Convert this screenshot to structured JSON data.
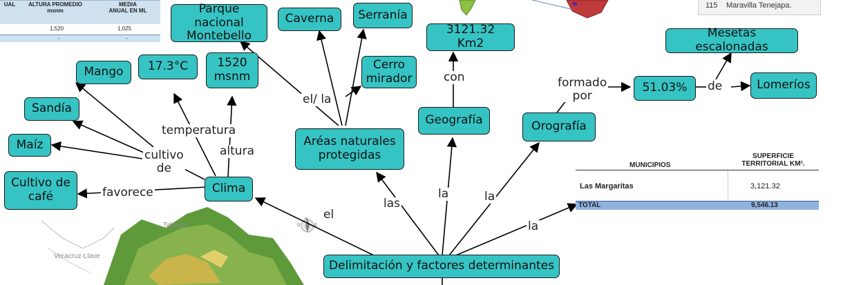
{
  "table_top": {
    "headers": [
      "UAL",
      "ALTURA PROMEDIO\nmsnm",
      "MEDIA\nANUAL EN ML"
    ],
    "row": [
      "1,520",
      "1,025"
    ],
    "summary": [
      "-",
      "-"
    ]
  },
  "top_right_strip": {
    "number": "115",
    "text": "Maravilla Tenejapa."
  },
  "map": {
    "state_label": "Tabasco",
    "state_label_2": "Veracruz-Llave",
    "compass": [
      "N",
      "O",
      "E"
    ]
  },
  "concept_map": {
    "central": "Delimitación y factores determinantes",
    "nodes": {
      "clima": "Clima",
      "areas": "Aréas naturales\nprotegidas",
      "geografia": "Geografía",
      "orografia": "Orografía",
      "montebello": "Parque nacional\nMontebello",
      "caverna": "Caverna",
      "serrania": "Serranía",
      "cerro": "Cerro\nmirador",
      "km2": "3121.32 Km2",
      "pct": "51.03%",
      "mesetas": "Mesetas escalonadas",
      "lomerios": "Lomeríos",
      "mango": "Mango",
      "temp": "17.3°C",
      "msnm": "1520\nmsnm",
      "sandia": "Sandía",
      "maiz": "Maíz",
      "cafe": "Cultivo de\ncafé"
    },
    "labels": {
      "el": "el",
      "las": "las",
      "la1": "la",
      "la2": "la",
      "la3": "la",
      "con": "con",
      "formado": "formado\npor",
      "de": "de",
      "ella": "el/ la",
      "temperatura": "temperatura",
      "altura": "altura",
      "cultivo": "cultivo\nde",
      "favorece": "favorece"
    }
  },
  "table_bottom": {
    "col1": "MUNICIPIOS",
    "col2": "SUPERFICIE\nTERRITORIAL KM².",
    "row_name": "Las Margaritas",
    "row_value": "3,121.32",
    "total_label": "TOTAL",
    "total_value": "9,546.13"
  },
  "colors": {
    "node_fill": "#36c3c3",
    "node_border": "#1b1b1b",
    "table_total": "#8fb3de",
    "table_header": "#cfe0ef"
  }
}
